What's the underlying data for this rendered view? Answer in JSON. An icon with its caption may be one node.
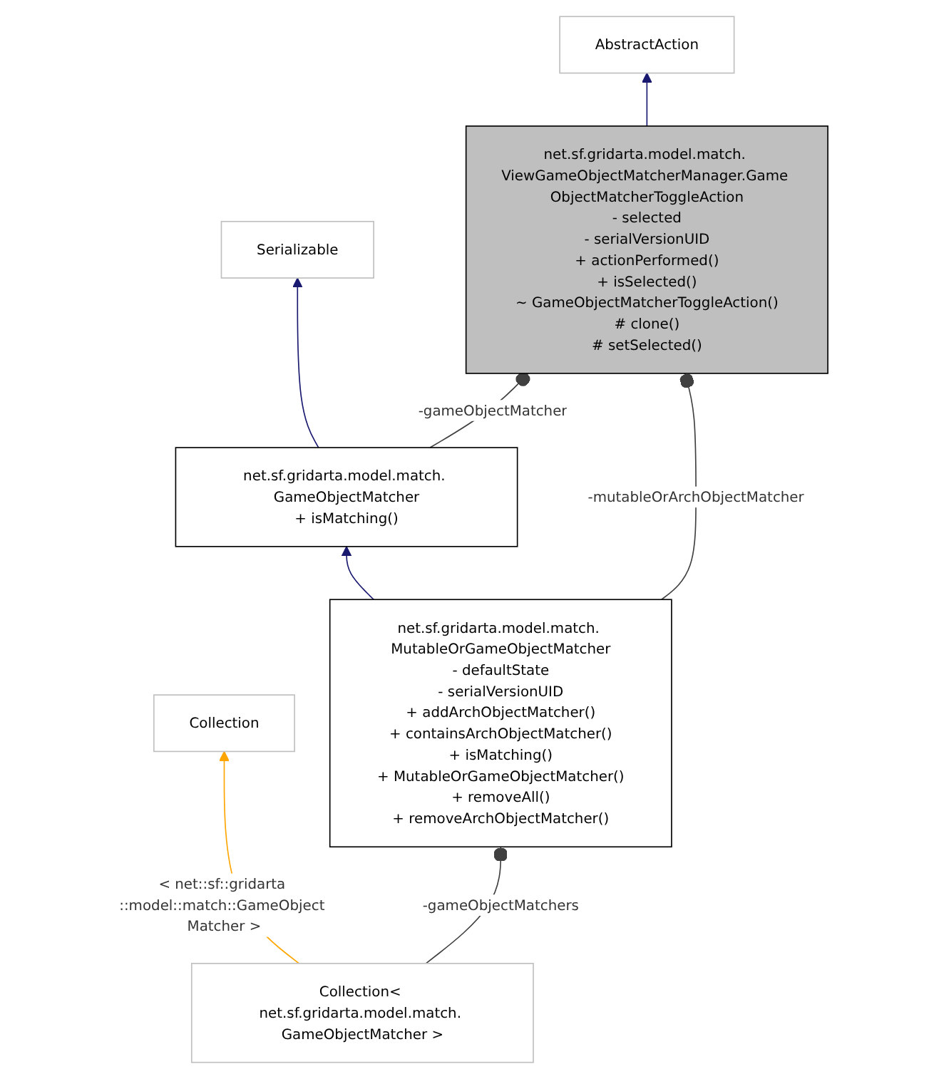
{
  "diagram": {
    "nodes": [
      {
        "text": [
          "Serializable"
        ]
      },
      {
        "text": [
          "Collection"
        ]
      },
      {
        "text": [
          "net.sf.gridarta.model.match. GameObjectMatcher",
          "+ isMatching()"
        ]
      },
      {
        "text": [
          "Collection< net.sf.gridarta.model.match. GameObjectMatcher >"
        ]
      },
      {
        "text": [
          "AbstractAction"
        ]
      },
      {
        "text": [
          "net.sf.gridarta.model.match. MutableOrGameObjectMatcher",
          "- defaultState",
          "- serialVersionUID",
          "+ addArchObjectMatcher()",
          "+ containsArchObjectMatcher()",
          "+ isMatching()",
          "+ MutableOrGameObjectMatcher()",
          "+ removeAll()",
          "+ removeArchObjectMatcher()"
        ]
      },
      {
        "text": [
          "net.sf.gridarta.model.match. ViewGameObjectMatcherManager.Game ObjectMatcherToggleAction",
          "- selected",
          "- serialVersionUID",
          "+ actionPerformed()",
          "+ isSelected()",
          "~ GameObjectMatcherToggleAction()",
          "# clone()",
          "# setSelected()"
        ]
      }
    ],
    "edges": [
      {
        "from": 2,
        "to": 0,
        "arrow": "to",
        "color": "#191970"
      },
      {
        "from": 3,
        "to": 1,
        "arrow": "to",
        "color": "#ffa500",
        "label": "< net::sf::gridarta ::model::match::GameObject Matcher >"
      },
      {
        "from": 5,
        "to": 2,
        "arrow": "to",
        "color": "#191970"
      },
      {
        "from": 3,
        "to": 5,
        "arrow": "other",
        "color": "#404040",
        "label": "-gameObjectMatchers"
      },
      {
        "from": 6,
        "to": 4,
        "arrow": "to",
        "color": "#191970"
      },
      {
        "from": 2,
        "to": 6,
        "arrow": "other",
        "color": "#404040",
        "label": "-gameObjectMatcher"
      },
      {
        "from": 5,
        "to": 6,
        "arrow": "other",
        "color": "#404040",
        "label": "-mutableOrArchObjectMatcher"
      }
    ]
  }
}
